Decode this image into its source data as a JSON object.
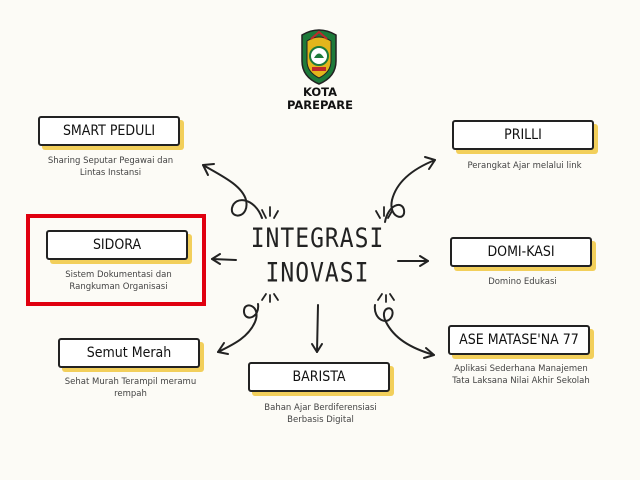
{
  "header": {
    "city_line1": "KOTA",
    "city_line2": "PAREPARE",
    "logo_icon": "city-emblem-icon"
  },
  "center": {
    "line1": "INTEGRASI",
    "line2": "INOVASI"
  },
  "nodes": [
    {
      "title": "SMART PEDULI",
      "desc1": "Sharing Seputar Pegawai dan",
      "desc2": "Lintas Instansi"
    },
    {
      "title": "SIDORA",
      "desc1": "Sistem Dokumentasi dan",
      "desc2": "Rangkuman Organisasi"
    },
    {
      "title": "Semut Merah",
      "desc1": "Sehat Murah Terampil meramu",
      "desc2": "rempah"
    },
    {
      "title": "BARISTA",
      "desc1": "Bahan Ajar Berdiferensiasi",
      "desc2": "Berbasis Digital"
    },
    {
      "title": "PRILLI",
      "desc1": "Perangkat Ajar melalui link",
      "desc2": ""
    },
    {
      "title": "DOMI-KASI",
      "desc1": "Domino Edukasi",
      "desc2": ""
    },
    {
      "title": "ASE MATASE'NA 77",
      "desc1": "Aplikasi Sederhana Manajemen",
      "desc2": "Tata Laksana Nilai Akhir Sekolah"
    }
  ],
  "colors": {
    "background": "#fcfbf6",
    "card_shadow": "#f2cf5b",
    "highlight": "#e0000f",
    "logo_green": "#1d7a3a",
    "logo_gold": "#e3b51c"
  }
}
